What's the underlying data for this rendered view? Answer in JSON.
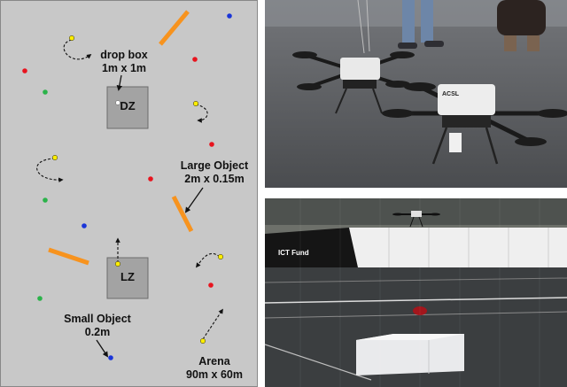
{
  "arena_map": {
    "zones": {
      "dz": "DZ",
      "lz": "LZ"
    },
    "annotations": {
      "drop_box": [
        "drop box",
        "1m x 1m"
      ],
      "large_object": [
        "Large Object",
        "2m x 0.15m"
      ],
      "small_object": [
        "Small Object",
        "0.2m"
      ],
      "arena": [
        "Arena",
        "90m x 60m"
      ]
    },
    "colors": {
      "arena_fill": "#c8c8c8",
      "zone_fill": "#a3a3a3",
      "large_object": "#f7931e",
      "red_marker": "#e8141e",
      "green_marker": "#2bb34a",
      "blue_marker": "#1a35d9",
      "yellow_marker": "#ffee00"
    }
  },
  "photos": {
    "ground_drones": {
      "drone_logo": "ACSL"
    },
    "flight_test": {
      "banner_logo": "ICT Fund"
    }
  }
}
